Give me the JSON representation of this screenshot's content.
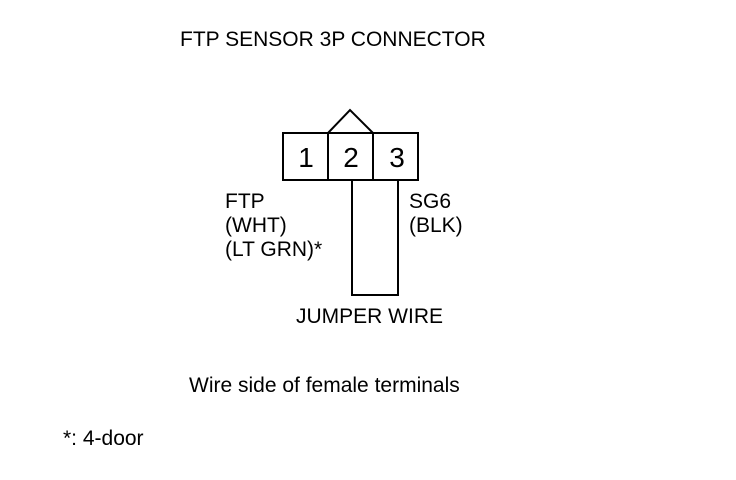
{
  "title": "FTP SENSOR 3P CONNECTOR",
  "connector": {
    "pins": [
      "1",
      "2",
      "3"
    ]
  },
  "left_label": {
    "line1": "FTP",
    "line2": "(WHT)",
    "line3": "(LT GRN)*"
  },
  "right_label": {
    "line1": "SG6",
    "line2": "(BLK)"
  },
  "jumper_label": "JUMPER WIRE",
  "caption": "Wire side of female terminals",
  "footnote": "*: 4-door"
}
